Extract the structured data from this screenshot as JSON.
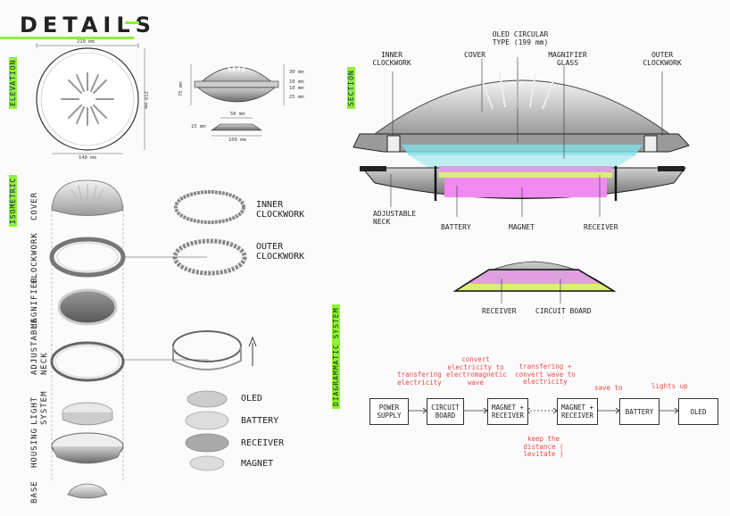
{
  "title": "DETAILS",
  "section_tags": {
    "elevation": "ELEVATION",
    "isometric": "ISOMETRIC",
    "section": "SECTION",
    "diagrammatic": "DIAGRAMMATIC SYSTEM"
  },
  "elevation_dims": {
    "top_width": "219 mm",
    "right_height": "219 mm",
    "bottom_width": "148 mm",
    "side_height": "75 mm",
    "d1": "30 mm",
    "d2": "10 mm",
    "d3": "10 mm",
    "d4": "25 mm",
    "base_top": "50 mm",
    "base_height": "15 mm",
    "base_bottom": "100 mm"
  },
  "iso_layers": [
    "COVER",
    "CLOCKWORK",
    "MAGNIFIER",
    "ADJUSTABLE NECK",
    "LIGHT SYSTEM",
    "HOUSING",
    "BASE"
  ],
  "iso_labels": {
    "inner_clockwork": "INNER CLOCKWORK",
    "outer_clockwork": "OUTER CLOCKWORK",
    "oled": "OLED",
    "battery": "BATTERY",
    "receiver": "RECEIVER",
    "magnet": "MAGNET"
  },
  "section_labels": {
    "inner_clockwork": "INNER CLOCKWORK",
    "cover": "COVER",
    "oled": "OLED CIRCULAR TYPE (199 mm)",
    "magnifier": "MAGNIFIER GLASS",
    "outer_clockwork": "OUTER CLOCKWORK",
    "adjustable_neck": "ADJUSTABLE NECK",
    "battery": "BATTERY",
    "magnet": "MAGNET",
    "receiver": "RECEIVER",
    "base_receiver": "RECEIVER",
    "circuit_board": "CIRCUIT BOARD"
  },
  "flow_boxes": [
    "POWER SUPPLY",
    "CIRCUIT BOARD",
    "MAGNET + RECEIVER",
    "MAGNET + RECEIVER",
    "BATTERY",
    "OLED"
  ],
  "flow_notes": [
    "transfering electricity",
    "convert electricity to electromagnetic wave",
    "transfering + convert wave to electricity",
    "save to",
    "lights up",
    "keep the distance ( levitate )"
  ],
  "colors": {
    "accent": "#8cf23a",
    "note": "#e84a4a",
    "oled": "#7fe0e8",
    "magnet": "#f08af0",
    "receiver": "#d8ee7a",
    "circuit": "#e0a0e0"
  }
}
